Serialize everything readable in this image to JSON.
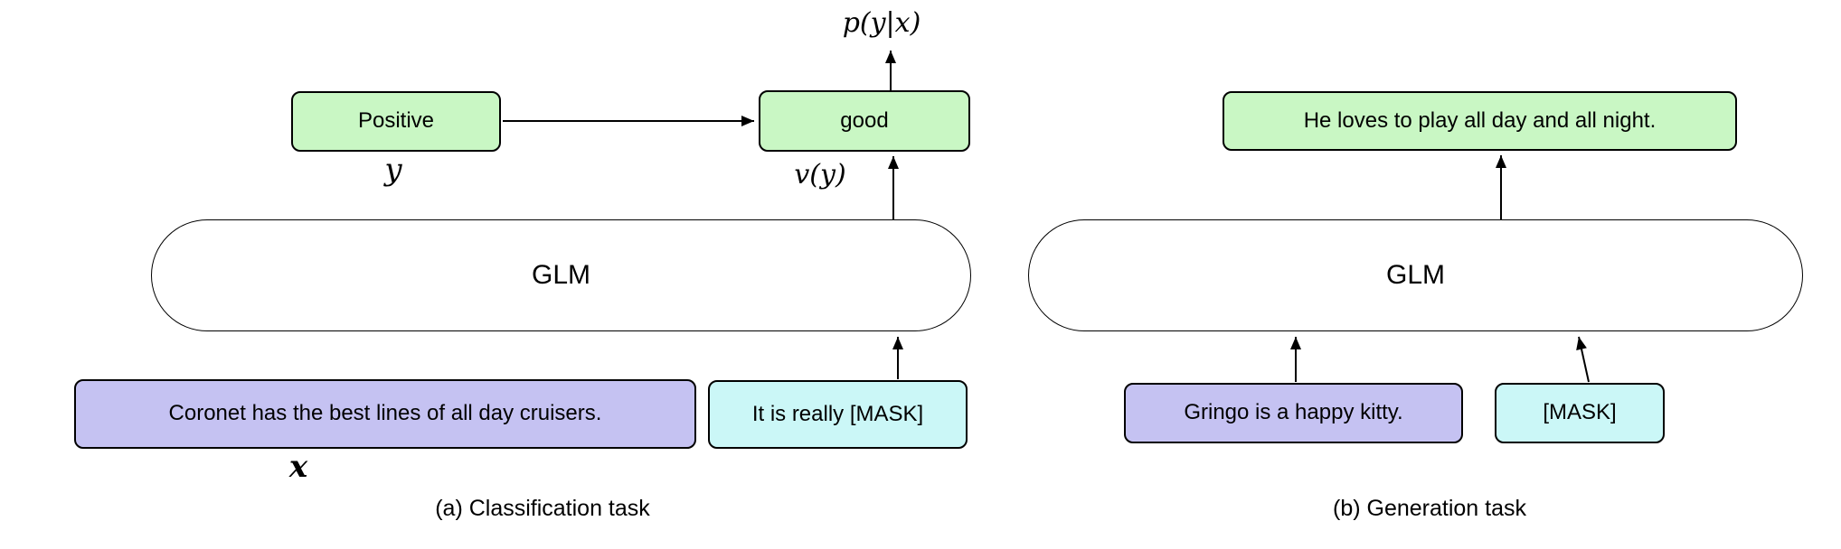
{
  "figure": {
    "panel_a": {
      "caption": "(a) Classification task",
      "class_label": "Positive",
      "class_var": "y",
      "verbalizer": "good",
      "verbalizer_var": "v(y)",
      "output_prob": "p(y|x)",
      "model": "GLM",
      "input_text": "Coronet has the best lines of all day cruisers.",
      "input_var": "x",
      "prompt_text": "It is really [MASK]"
    },
    "panel_b": {
      "caption": "(b) Generation task",
      "generated_text": "He loves to play all day and all night.",
      "model": "GLM",
      "input_text": "Gringo is a happy kitty.",
      "mask_token": "[MASK]"
    },
    "colors": {
      "label_green": "#c9f7c4",
      "input_purple": "#c5c2f2",
      "mask_cyan": "#cbf7f7",
      "box_border": "#000000",
      "background": "#ffffff"
    }
  }
}
